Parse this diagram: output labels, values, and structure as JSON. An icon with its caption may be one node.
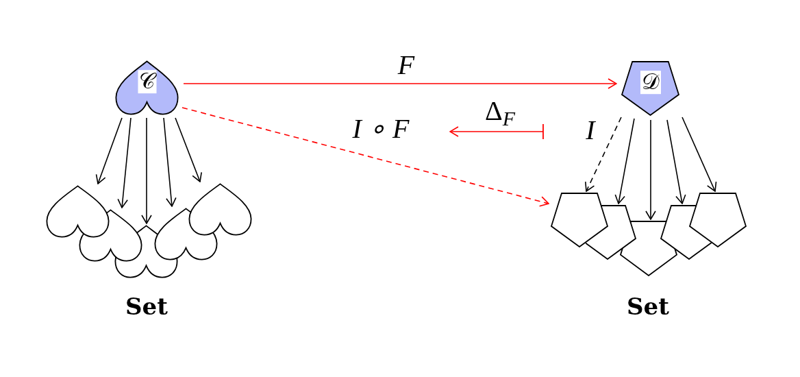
{
  "diagram": {
    "nodes": [
      {
        "text": [
          "𝒞"
        ]
      },
      {
        "text": [],
        "shape": "heart"
      },
      {
        "text": [],
        "shape": "heart"
      },
      {
        "text": [],
        "shape": "heart"
      },
      {
        "text": [],
        "shape": "heart"
      },
      {
        "text": [],
        "shape": "heart"
      },
      {
        "text": [
          "𝒟"
        ]
      },
      {
        "text": [],
        "shape": "pentagon"
      },
      {
        "text": [],
        "shape": "pentagon"
      },
      {
        "text": [],
        "shape": "pentagon"
      },
      {
        "text": [],
        "shape": "pentagon"
      },
      {
        "text": [],
        "shape": "pentagon"
      }
    ],
    "edges": [
      {
        "from": 0,
        "to": 6,
        "arrow": "to",
        "label": "F",
        "color": "#ff0000"
      },
      {
        "from": 0,
        "to": 7,
        "arrow": "to",
        "label": "I ∘ F",
        "style": "dashed",
        "color": "#ff0000"
      },
      {
        "from": 0,
        "to": 1,
        "arrow": "to"
      },
      {
        "from": 0,
        "to": 2,
        "arrow": "to"
      },
      {
        "from": 0,
        "to": 3,
        "arrow": "to"
      },
      {
        "from": 0,
        "to": 4,
        "arrow": "to"
      },
      {
        "from": 0,
        "to": 5,
        "arrow": "to"
      },
      {
        "from": 6,
        "to": 7,
        "arrow": "to",
        "label": "I",
        "style": "dashed"
      },
      {
        "from": 6,
        "to": 8,
        "arrow": "to"
      },
      {
        "from": 6,
        "to": 9,
        "arrow": "to"
      },
      {
        "from": 6,
        "to": 10,
        "arrow": "to"
      },
      {
        "from": 6,
        "to": 11,
        "arrow": "to"
      }
    ],
    "labels": [
      "Δ$_{F}$",
      "Set",
      "Set"
    ]
  }
}
